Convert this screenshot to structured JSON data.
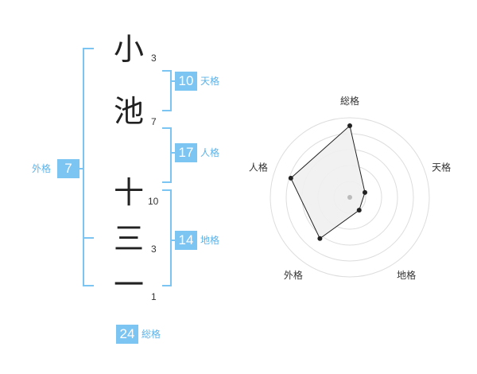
{
  "name": {
    "characters": [
      {
        "char": "小",
        "strokes": "3"
      },
      {
        "char": "池",
        "strokes": "7"
      },
      {
        "char": "十",
        "strokes": "10"
      },
      {
        "char": "三",
        "strokes": "3"
      },
      {
        "char": "一",
        "strokes": "1"
      }
    ]
  },
  "kaku": {
    "tenkaku": {
      "value": "10",
      "label": "天格"
    },
    "jinkaku": {
      "value": "17",
      "label": "人格"
    },
    "chikaku": {
      "value": "14",
      "label": "地格"
    },
    "gaikaku": {
      "value": "7",
      "label": "外格"
    },
    "soukaku": {
      "value": "24",
      "label": "総格"
    }
  },
  "colors": {
    "accent": "#7cc4f2",
    "label": "#5bb3ea",
    "polygon_fill": "#f0f0f0",
    "ring": "#dddddd"
  },
  "chart_data": {
    "type": "radar",
    "axes": [
      "総格",
      "天格",
      "地格",
      "外格",
      "人格"
    ],
    "values": [
      4.5,
      1,
      1,
      3.2,
      3.9
    ],
    "max": 5,
    "rings": 5
  }
}
